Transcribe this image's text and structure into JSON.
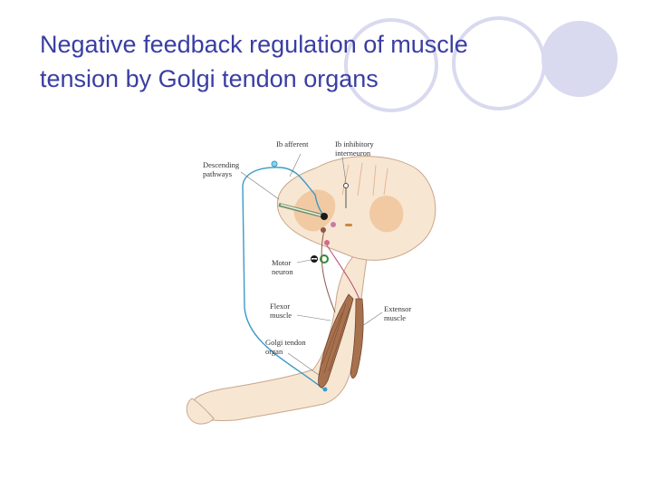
{
  "title": {
    "lines": [
      "Negative feedback regulation of muscle",
      "tension by Golgi tendon organs"
    ]
  },
  "diagram": {
    "labels": {
      "ib_afferent": "Ib afferent",
      "ib_inhibitory_1": "Ib inhibitory",
      "ib_inhibitory_2": "interneuron",
      "descending_1": "Descending",
      "descending_2": "pathways",
      "motor_1": "Motor",
      "motor_2": "neuron",
      "flexor_1": "Flexor",
      "flexor_2": "muscle",
      "extensor_1": "Extensor",
      "extensor_2": "muscle",
      "golgi_1": "Golgi tendon",
      "golgi_2": "organ"
    },
    "colors": {
      "title": "#3a3ea2",
      "decor_circle": "#d9d9ef",
      "afferent": "#3a9ac6",
      "motor_axon": "#b84a72",
      "muscle": "#a8714e",
      "skin": "#f7e6d2",
      "gray_matter": "#f1c9a3"
    }
  }
}
